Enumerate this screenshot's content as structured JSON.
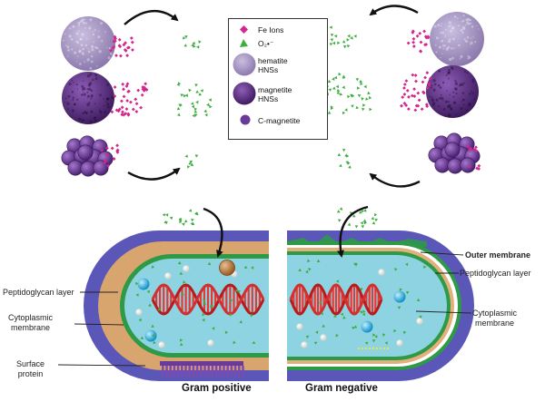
{
  "colors": {
    "iron": "#d4268c",
    "superoxide": "#3fae3f",
    "hematite": "#9b89b8",
    "magnetite": "#5a2d7e",
    "cmagnetite": "#6a3a98",
    "wall_outer": "#5b57b8",
    "peptidoglycan": "#d9a56e",
    "cytoplasm": "#89d1e0",
    "membrane": "#2e9a46",
    "dna": "#c62828"
  },
  "legend": {
    "fe_ions": "Fe Ions",
    "superoxide": "O₂•⁻",
    "hematite": "hematite\nHNSs",
    "magnetite": "magnetite\nHNSs",
    "cmagnetite": "C-magnetite"
  },
  "labels": {
    "peptidoglycan_left": "Peptidoglycan layer",
    "cytoplasmic_left": "Cytoplasmic\nmembrane",
    "surface_protein": "Surface\nprotein",
    "gram_positive": "Gram positive",
    "gram_negative": "Gram negative",
    "outer_membrane": "Outer membrane",
    "peptidoglycan_right": "Peptidoglycan layer",
    "cytoplasmic_right": "Cytoplasmic\nmembrane"
  }
}
